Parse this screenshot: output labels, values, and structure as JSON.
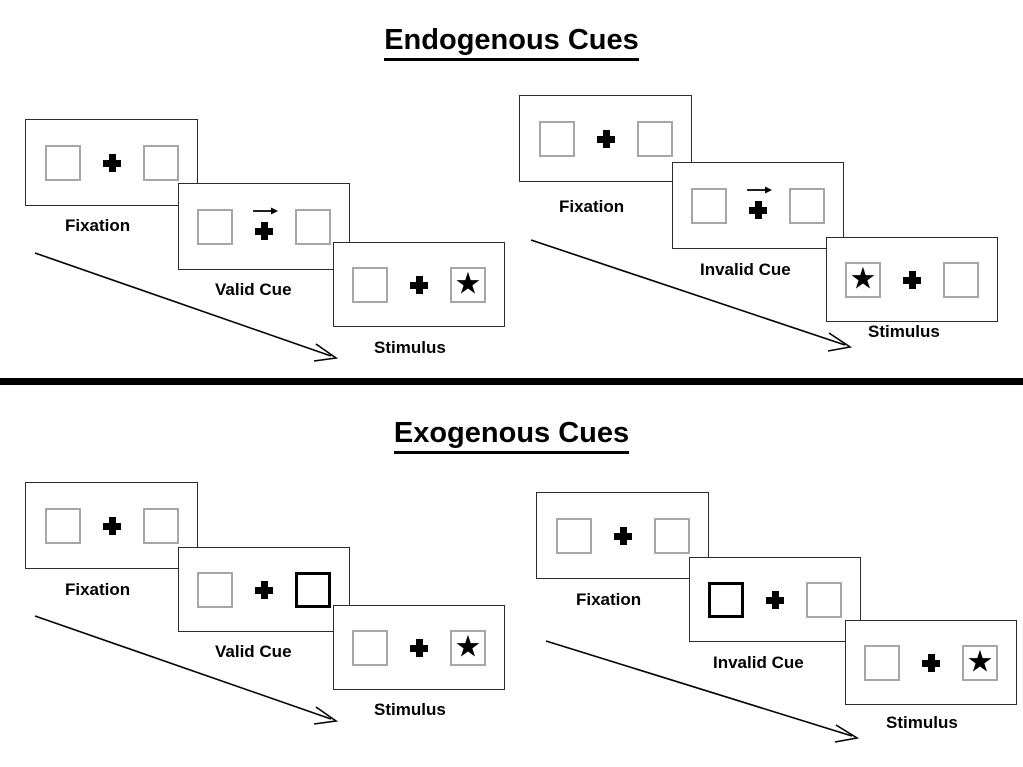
{
  "sections": [
    {
      "title": "Endogenous Cues",
      "cue_type": "arrow",
      "sequences": [
        {
          "name": "valid",
          "frames": [
            {
              "caption": "Fixation",
              "left_box": "empty",
              "right_box": "empty",
              "arrow": "none",
              "star_side": "none"
            },
            {
              "caption": "Valid Cue",
              "left_box": "empty",
              "right_box": "empty",
              "arrow": "right",
              "star_side": "none"
            },
            {
              "caption": "Stimulus",
              "left_box": "empty",
              "right_box": "star",
              "arrow": "none",
              "star_side": "right"
            }
          ]
        },
        {
          "name": "invalid",
          "frames": [
            {
              "caption": "Fixation",
              "left_box": "empty",
              "right_box": "empty",
              "arrow": "none",
              "star_side": "none"
            },
            {
              "caption": "Invalid Cue",
              "left_box": "empty",
              "right_box": "empty",
              "arrow": "right",
              "star_side": "none"
            },
            {
              "caption": "Stimulus",
              "left_box": "star",
              "right_box": "empty",
              "arrow": "none",
              "star_side": "left"
            }
          ]
        }
      ]
    },
    {
      "title": "Exogenous Cues",
      "cue_type": "box-highlight",
      "sequences": [
        {
          "name": "valid",
          "frames": [
            {
              "caption": "Fixation",
              "left_box": "empty",
              "right_box": "empty",
              "arrow": "none",
              "star_side": "none"
            },
            {
              "caption": "Valid Cue",
              "left_box": "empty",
              "right_box": "cued",
              "arrow": "none",
              "star_side": "none"
            },
            {
              "caption": "Stimulus",
              "left_box": "empty",
              "right_box": "star",
              "arrow": "none",
              "star_side": "right"
            }
          ]
        },
        {
          "name": "invalid",
          "frames": [
            {
              "caption": "Fixation",
              "left_box": "empty",
              "right_box": "empty",
              "arrow": "none",
              "star_side": "none"
            },
            {
              "caption": "Invalid Cue",
              "left_box": "cued",
              "right_box": "empty",
              "arrow": "none",
              "star_side": "none"
            },
            {
              "caption": "Stimulus",
              "left_box": "empty",
              "right_box": "star",
              "arrow": "none",
              "star_side": "right"
            }
          ]
        }
      ]
    }
  ],
  "glyphs": {
    "star": "★"
  },
  "colors": {
    "box_border": "#a6a6a6",
    "cued_box_border": "#000000",
    "frame_border": "#2b2b2b",
    "ink": "#000000",
    "background": "#ffffff"
  },
  "time_arrows": [
    {
      "name": "endogenous-valid-time-arrow"
    },
    {
      "name": "endogenous-invalid-time-arrow"
    },
    {
      "name": "exogenous-valid-time-arrow"
    },
    {
      "name": "exogenous-invalid-time-arrow"
    }
  ]
}
